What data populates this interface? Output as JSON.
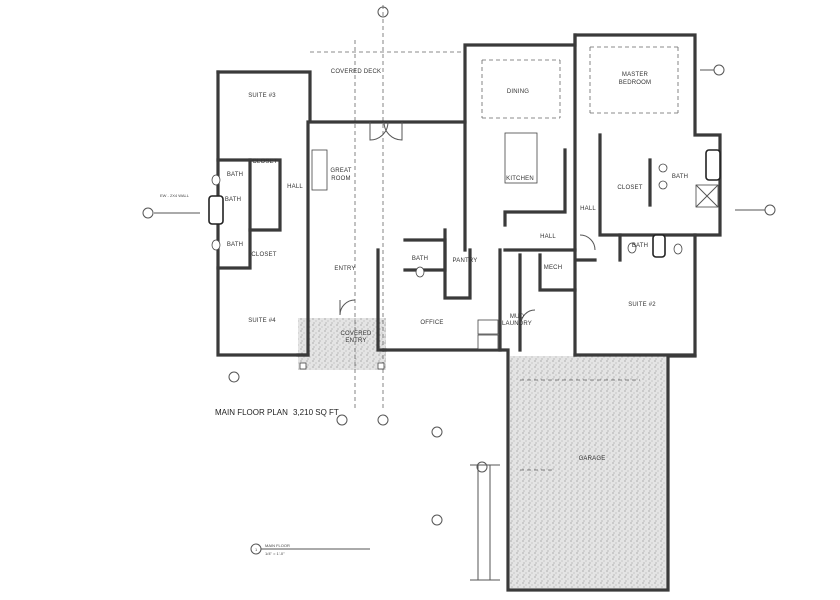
{
  "plan": {
    "title": "MAIN FLOOR PLAN",
    "area": "3,210 SQ FT",
    "scale_title": "MAIN FLOOR",
    "scale_value": "1/4\" = 1'-0\"",
    "scale_number": "1",
    "wall_note": "EW - 2X4 WALL"
  },
  "rooms": {
    "suite3": "SUITE #3",
    "covered_deck": "COVERED DECK",
    "dining": "DINING",
    "master_bedroom_1": "MASTER",
    "master_bedroom_2": "BEDROOM",
    "great_room_1": "GREAT",
    "great_room_2": "ROOM",
    "kitchen": "KITCHEN",
    "closet_a": "CLOSET",
    "bath_a": "BATH",
    "bath_b": "BATH",
    "hall_a": "HALL",
    "bath_c": "BATH",
    "closet_b": "CLOSET",
    "suite4": "SUITE #4",
    "entry": "ENTRY",
    "covered_entry_1": "COVERED",
    "covered_entry_2": "ENTRY",
    "office": "OFFICE",
    "bath_d": "BATH",
    "pantry": "PANTRY",
    "mud": "MUD",
    "laundry": "LAUNDRY",
    "mech": "MECH",
    "hall_b": "HALL",
    "hall_c": "HALL",
    "closet_c": "CLOSET",
    "bath_e": "BATH",
    "bath_f": "BATH",
    "suite2": "SUITE #2",
    "garage": "GARAGE"
  },
  "colors": {
    "wall": "#3a3a3a",
    "stipple": "#bdbdbd"
  }
}
